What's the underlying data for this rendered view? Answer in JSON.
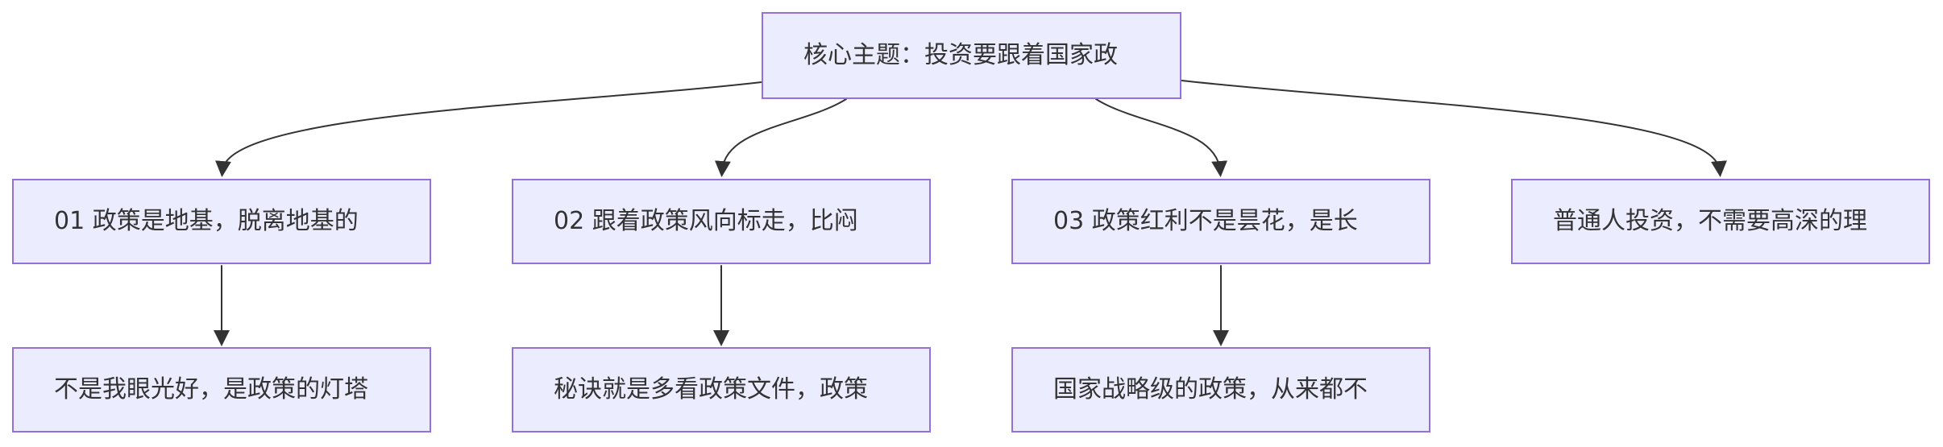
{
  "colors": {
    "background": "#ffffff",
    "node_fill": "#ececff",
    "node_border": "#9370db",
    "edge": "#333333",
    "text": "#333333"
  },
  "flowchart": {
    "nodes": {
      "root": {
        "label": "核心主题：投资要跟着国家政"
      },
      "branch1": {
        "label": "01 政策是地基，脱离地基的"
      },
      "branch2": {
        "label": "02 跟着政策风向标走，比闷"
      },
      "branch3": {
        "label": "03 政策红利不是昙花，是长"
      },
      "branch4": {
        "label": "普通人投资，不需要高深的理"
      },
      "leaf1": {
        "label": "不是我眼光好，是政策的灯塔"
      },
      "leaf2": {
        "label": "秘诀就是多看政策文件，政策"
      },
      "leaf3": {
        "label": "国家战略级的政策，从来都不"
      }
    },
    "edges": [
      {
        "from": "root",
        "to": "branch1"
      },
      {
        "from": "root",
        "to": "branch2"
      },
      {
        "from": "root",
        "to": "branch3"
      },
      {
        "from": "root",
        "to": "branch4"
      },
      {
        "from": "branch1",
        "to": "leaf1"
      },
      {
        "from": "branch2",
        "to": "leaf2"
      },
      {
        "from": "branch3",
        "to": "leaf3"
      }
    ]
  }
}
